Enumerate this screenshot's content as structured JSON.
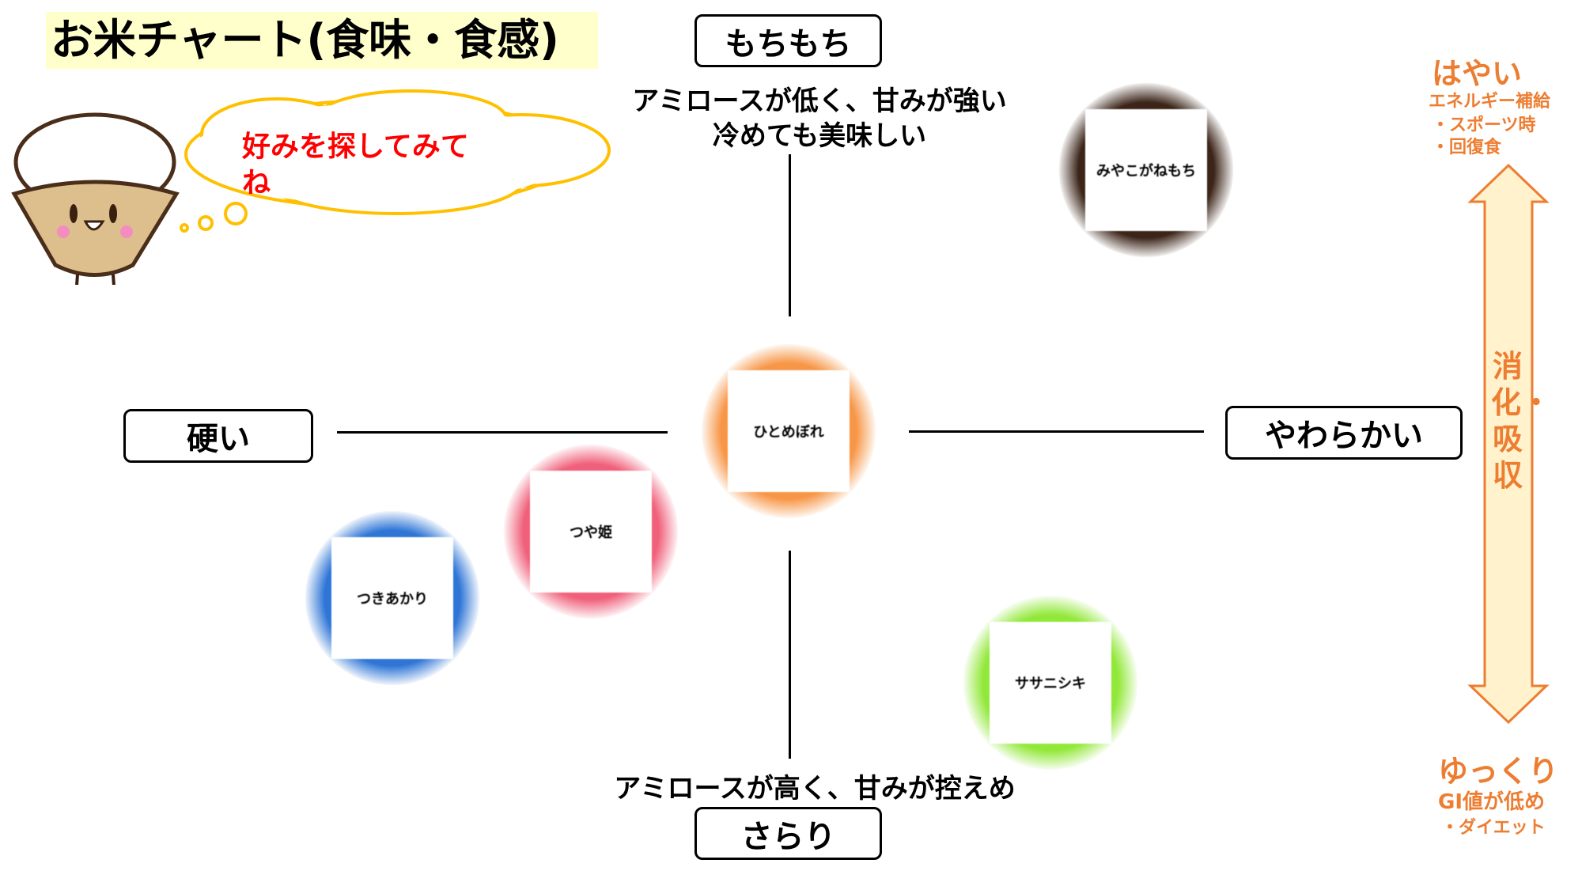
{
  "title": "お米チャート(食味・食感)",
  "speech": {
    "line1": "好みを探してみて",
    "line2": "ね"
  },
  "axes": {
    "top": {
      "label": "もちもち",
      "desc1": "アミロースが低く、甘みが強い",
      "desc2": "冷めても美味しい"
    },
    "bottom": {
      "label": "さらり",
      "desc": "アミロースが高く、甘みが控えめ"
    },
    "left": {
      "label": "硬い"
    },
    "right": {
      "label": "やわらかい"
    }
  },
  "varieties": [
    {
      "name": "みやこがねもち",
      "color": "#3B2418"
    },
    {
      "name": "ひとめぼれ",
      "color": "#F79646"
    },
    {
      "name": "つや姫",
      "color": "#F0607A"
    },
    {
      "name": "つきあかり",
      "color": "#2E75D6"
    },
    {
      "name": "ササニシキ",
      "color": "#92E83A"
    }
  ],
  "digestion": {
    "axis_label": "消化・吸収",
    "fast": {
      "title": "はやい",
      "line1": "エネルギー補給",
      "line2": "・スポーツ時",
      "line3": "・回復食"
    },
    "slow": {
      "title": "ゆっくり",
      "line1": "GI値が低め",
      "line2": "・ダイエット"
    },
    "color": "#ED7D31",
    "fill": "#FFF2CC"
  }
}
